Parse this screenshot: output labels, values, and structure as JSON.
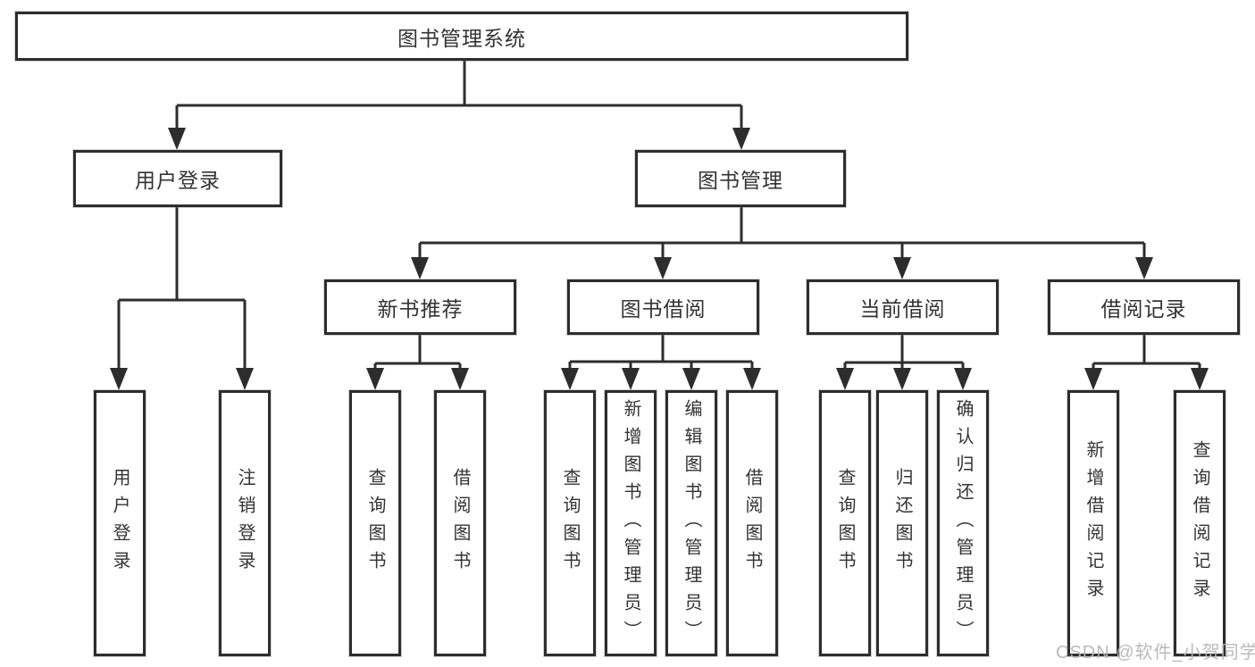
{
  "colors": {
    "line": "#2d2d2d",
    "box_border": "#2d2d2d",
    "text": "#333333",
    "background": "#ffffff",
    "watermark": "#b6b6b6"
  },
  "tree": {
    "label": "图书管理系统",
    "children": [
      {
        "label": "用户登录",
        "children": [
          {
            "label": "用户登录"
          },
          {
            "label": "注销登录"
          }
        ]
      },
      {
        "label": "图书管理",
        "children": [
          {
            "label": "新书推荐",
            "children": [
              {
                "label": "查询图书"
              },
              {
                "label": "借阅图书"
              }
            ]
          },
          {
            "label": "图书借阅",
            "children": [
              {
                "label": "查询图书"
              },
              {
                "label": "新增图书（管理员）"
              },
              {
                "label": "编辑图书（管理员）"
              },
              {
                "label": "借阅图书"
              }
            ]
          },
          {
            "label": "当前借阅",
            "children": [
              {
                "label": "查询图书"
              },
              {
                "label": "归还图书"
              },
              {
                "label": "确认归还（管理员）"
              }
            ]
          },
          {
            "label": "借阅记录",
            "children": [
              {
                "label": "新增借阅记录"
              },
              {
                "label": "查询借阅记录"
              }
            ]
          }
        ]
      }
    ]
  },
  "watermark": {
    "text": "CSDN @软件_小贺同学"
  }
}
